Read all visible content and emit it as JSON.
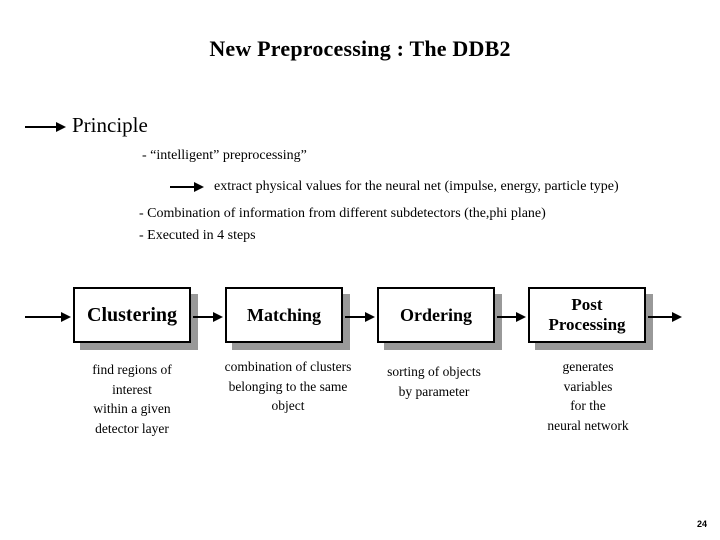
{
  "slide": {
    "title": "New Preprocessing : The DDB2",
    "page_number": "24"
  },
  "principle": {
    "heading": "Principle",
    "bullet_intelligent": "- “intelligent” preprocessing”",
    "extract_note": "extract physical values for the neural net (impulse, energy, particle type)",
    "bullet_combination": "- Combination of information from different subdetectors (the,phi plane)",
    "bullet_steps": "- Executed in 4 steps"
  },
  "flow": {
    "steps": [
      {
        "title": "Clustering",
        "description": "find regions of\ninterest\nwithin a given\ndetector layer"
      },
      {
        "title": "Matching",
        "description": "combination of clusters\nbelonging to the same\nobject"
      },
      {
        "title": "Ordering",
        "description": "sorting of objects\nby parameter"
      },
      {
        "title": "Post\nProcessing",
        "description": "generates\nvariables\nfor the\nneural network"
      }
    ]
  },
  "colors": {
    "background": "#ffffff",
    "text": "#000000",
    "box_shadow": "#999999"
  }
}
